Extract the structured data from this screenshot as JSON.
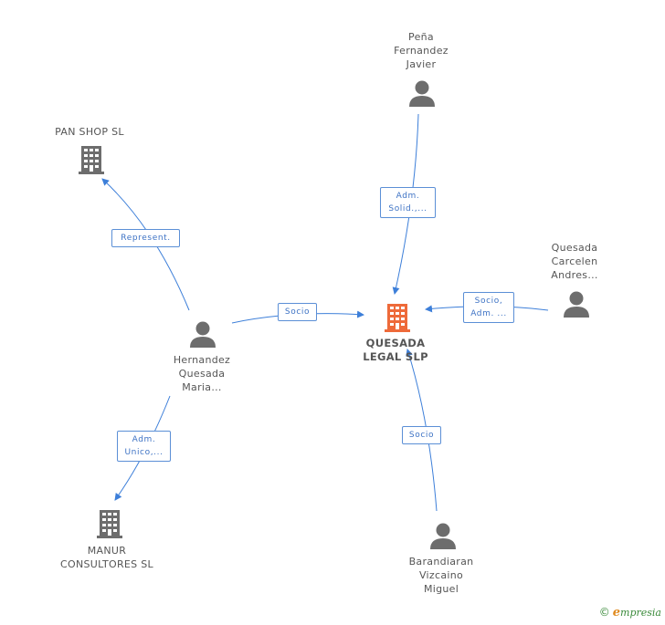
{
  "colors": {
    "edge": "#3d7fd9",
    "building_main": "#ee6a3a",
    "building": "#6d6d6d",
    "person": "#6d6d6d"
  },
  "nodes": {
    "quesada_legal": {
      "label": "QUESADA\nLEGAL SLP",
      "icon": "building-icon"
    },
    "pena": {
      "label": "Peña\nFernandez\nJavier",
      "icon": "person-icon"
    },
    "quesada_carcelen": {
      "label": "Quesada\nCarcelen\nAndres...",
      "icon": "person-icon"
    },
    "hernandez": {
      "label": "Hernandez\nQuesada\nMaria...",
      "icon": "person-icon"
    },
    "barandiaran": {
      "label": "Barandiaran\nVizcaino\nMiguel",
      "icon": "person-icon"
    },
    "pan_shop": {
      "label": "PAN SHOP SL",
      "icon": "building-icon"
    },
    "manur": {
      "label": "MANUR\nCONSULTORES SL",
      "icon": "building-icon"
    }
  },
  "edges": {
    "pena_to_main": "Adm.\nSolid.,...",
    "carcelen_to_main": "Socio,\nAdm. ...",
    "hernandez_to_main": "Socio",
    "barandiaran_to_main": "Socio",
    "hernandez_to_panshop": "Represent.",
    "hernandez_to_manur": "Adm.\nUnico,..."
  },
  "brand": {
    "copyright": "©",
    "first_letter": "e",
    "rest": "mpresia"
  }
}
